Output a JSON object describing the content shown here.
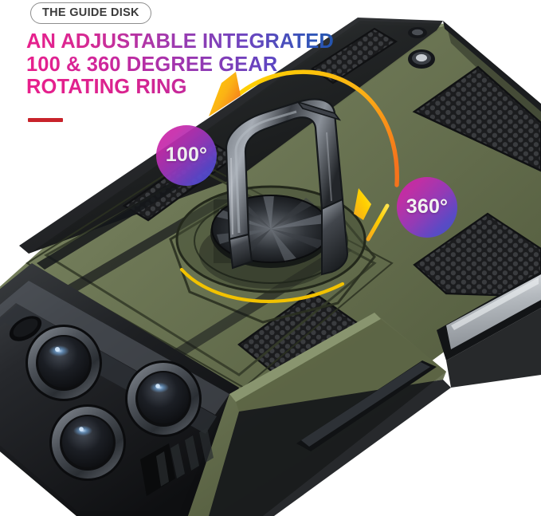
{
  "header": {
    "tag_label": "THE GUIDE DISK",
    "headline_line1": "AN ADJUSTABLE INTEGRATED",
    "headline_line2": "100 & 360 DEGREE GEAR",
    "headline_line3": "ROTATING RING",
    "accent_rule_color": "#c8232b",
    "headline_gradient_start": "#e81f8c",
    "headline_gradient_end": "#14529f",
    "tag_border_color": "#8d8d8d",
    "tag_text_color": "#3b3b3b"
  },
  "callouts": [
    {
      "label": "100°",
      "name": "badge-100-degree"
    },
    {
      "label": "360°",
      "name": "badge-360-degree"
    }
  ],
  "badge_style": {
    "gradient_start": "#d321a8",
    "gradient_end": "#3f54cc",
    "text_color": "#ffffff"
  },
  "arrows": {
    "top_arrow_color_start": "#ffd400",
    "top_arrow_color_end": "#f57c1f",
    "right_arrow_color_start": "#ffd400",
    "right_arrow_color_end": "#f5a81f",
    "bottom_arc_color": "#f2c200"
  },
  "product": {
    "case_color_light": "#7b8560",
    "case_color_mid": "#5d6647",
    "case_color_dark": "#3e4530",
    "accent_black": "#1a1a1a",
    "ring_metal_light": "#9aa0a6",
    "ring_metal_dark": "#2b2e33",
    "lens_ring_color": "#4a4d52",
    "lens_glass_color": "#15171b",
    "lens_flare_color": "#7fb6e8",
    "side_button_color": "#b9bdc2",
    "background": "#ffffff"
  }
}
